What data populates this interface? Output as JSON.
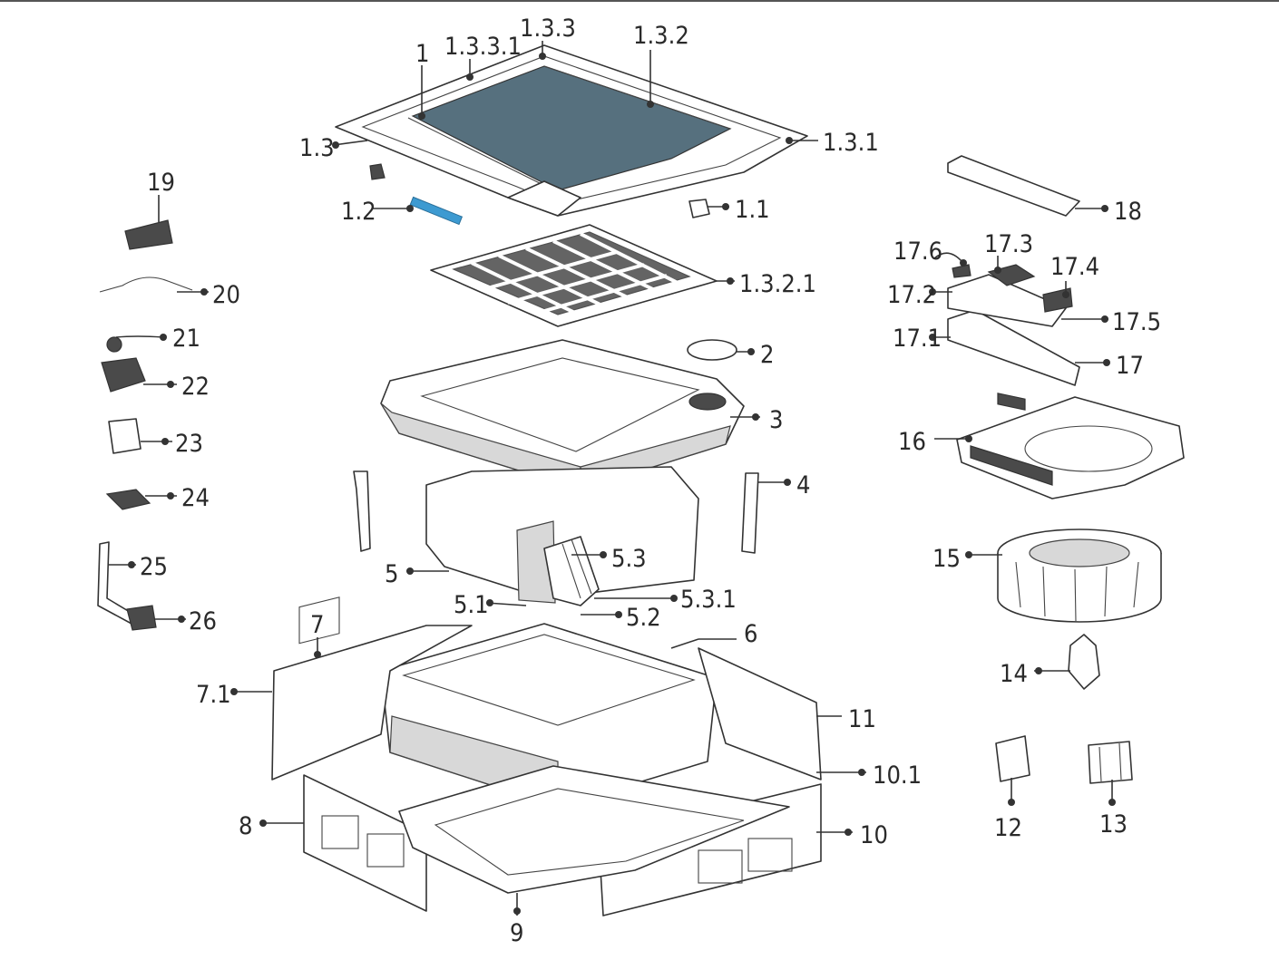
{
  "labels": {
    "p1": "1",
    "p1_3_3_1": "1.3.3.1",
    "p1_3_3": "1.3.3",
    "p1_3_2": "1.3.2",
    "p1_3": "1.3",
    "p1_3_1": "1.3.1",
    "p1_2": "1.2",
    "p1_1": "1.1",
    "p1_3_2_1": "1.3.2.1",
    "p2": "2",
    "p3": "3",
    "p4": "4",
    "p5": "5",
    "p5_1": "5.1",
    "p5_2": "5.2",
    "p5_3": "5.3",
    "p5_3_1": "5.3.1",
    "p6": "6",
    "p7": "7",
    "p7_1": "7.1",
    "p8": "8",
    "p9": "9",
    "p10": "10",
    "p10_1": "10.1",
    "p11": "11",
    "p12": "12",
    "p13": "13",
    "p14": "14",
    "p15": "15",
    "p16": "16",
    "p17": "17",
    "p17_1": "17.1",
    "p17_2": "17.2",
    "p17_3": "17.3",
    "p17_4": "17.4",
    "p17_5": "17.5",
    "p17_6": "17.6",
    "p18": "18",
    "p19": "19",
    "p20": "20",
    "p21": "21",
    "p22": "22",
    "p23": "23",
    "p24": "24",
    "p25": "25",
    "p26": "26"
  },
  "colors": {
    "panel_grille": "#56707e",
    "highlight_part": "#3d9ad1",
    "line": "#333333"
  }
}
